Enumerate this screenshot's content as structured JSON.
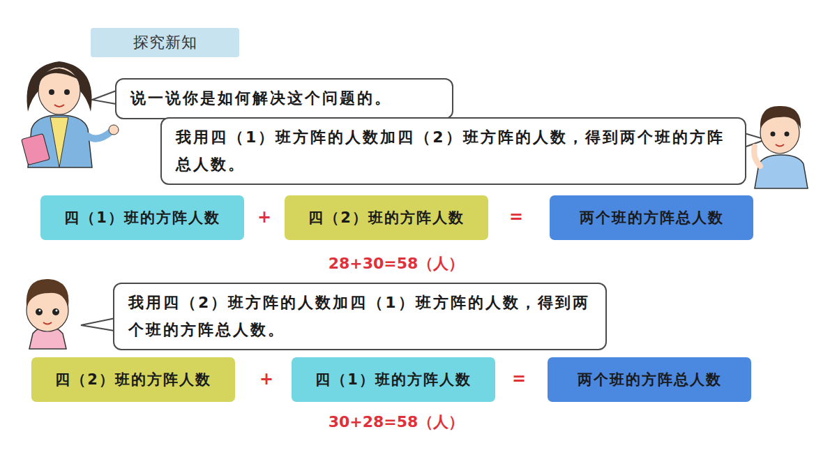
{
  "diagram": {
    "title": "探究新知",
    "nodes": [
      {
        "text": [
          "说一说你是如何解决这个问题的。"
        ]
      },
      {
        "text": [
          "我用四（1）班方阵的人数加四（2）班方阵的人数，得到两个班的方阵总人数。"
        ]
      },
      {
        "text": [
          "四（1）班的方阵人数"
        ]
      },
      {
        "text": [
          "四（2）班的方阵人数"
        ]
      },
      {
        "text": [
          "两个班的方阵总人数"
        ]
      },
      {
        "text": [
          "我用四（2）班方阵的人数加四（1）班方阵的人数，得到两个班的方阵总人数。"
        ]
      },
      {
        "text": [
          "四（2）班的方阵人数"
        ]
      },
      {
        "text": [
          "四（1）班的方阵人数"
        ]
      },
      {
        "text": [
          "两个班的方阵总人数"
        ]
      }
    ],
    "labels": [
      "+",
      "=",
      "28+30=58（人）",
      "+",
      "=",
      "30+28=58（人）"
    ]
  }
}
